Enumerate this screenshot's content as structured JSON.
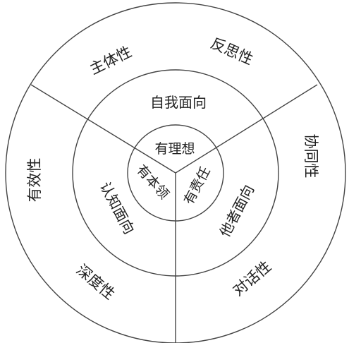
{
  "diagram": {
    "colors": {
      "stroke": "#444444",
      "text": "#222222",
      "background": "#ffffff"
    },
    "outer_ring": {
      "top_left": "主体性",
      "top_right": "反思性",
      "right": "协同性",
      "bottom_right": "对话性",
      "bottom_left": "深度性",
      "left": "有效性"
    },
    "middle_ring": {
      "top": "自我面向",
      "left": "认知面向",
      "right": "他者面向"
    },
    "inner_circle": {
      "top": "有理想",
      "left": "有本领",
      "right": "有责任"
    }
  }
}
